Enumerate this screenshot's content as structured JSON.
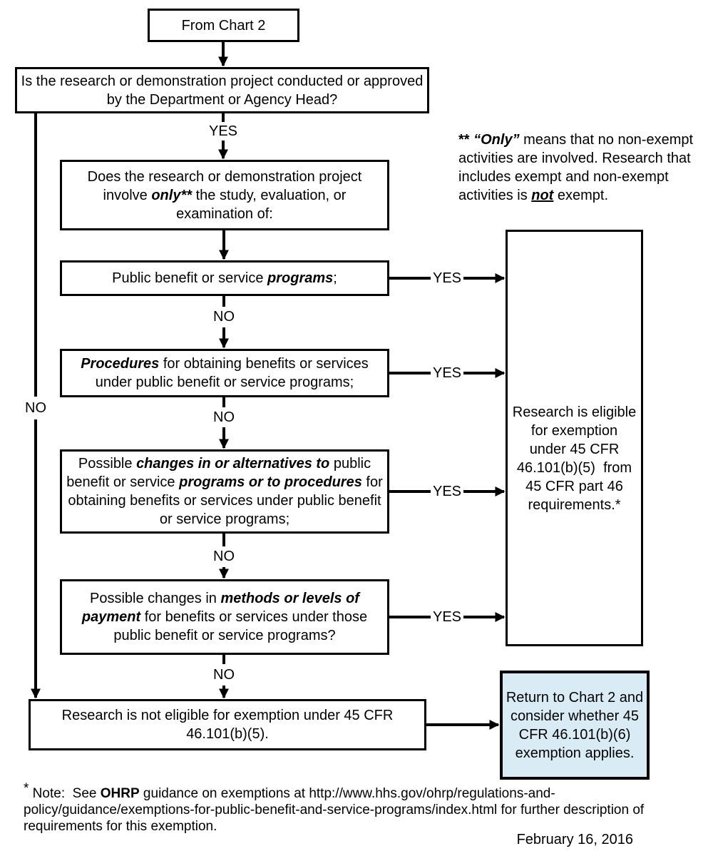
{
  "labels": {
    "yes": "YES",
    "no": "NO"
  },
  "nodes": {
    "start": {
      "text": "From Chart 2"
    },
    "q_dept": {
      "text": "Is the research or demonstration project conducted or approved by the Department or Agency Head?"
    },
    "q_only": {
      "segments": [
        {
          "t": "Does the research or demonstration project involve "
        },
        {
          "t": "only**",
          "s": "bi"
        },
        {
          "t": " the study, evaluation, or examination of:"
        }
      ]
    },
    "item_programs": {
      "segments": [
        {
          "t": "Public benefit or service "
        },
        {
          "t": "programs",
          "s": "bi"
        },
        {
          "t": ";"
        }
      ]
    },
    "item_procedures": {
      "segments": [
        {
          "t": "Procedures",
          "s": "bi"
        },
        {
          "t": " for obtaining benefits or services under public benefit or service programs;"
        }
      ]
    },
    "item_changes": {
      "segments": [
        {
          "t": "Possible "
        },
        {
          "t": "changes in or alternatives to",
          "s": "bi"
        },
        {
          "t": " public benefit or service "
        },
        {
          "t": "programs or to procedures",
          "s": "bi"
        },
        {
          "t": " for obtaining benefits or services under public benefit or service programs;"
        }
      ]
    },
    "item_payment": {
      "segments": [
        {
          "t": "Possible changes in "
        },
        {
          "t": "methods or levels of payment",
          "s": "bi"
        },
        {
          "t": " for benefits or services under those public benefit or service programs?"
        }
      ]
    },
    "not_eligible": {
      "text": "Research is not eligible for exemption under 45 CFR 46.101(b)(5)."
    },
    "eligible": {
      "text": "Research is eligible for exemption under 45 CFR 46.101(b)(5)  from 45 CFR part 46 requirements.*"
    },
    "return_chart2": {
      "text": "Return to Chart 2 and consider whether 45 CFR 46.101(b)(6) exemption applies."
    }
  },
  "notes": {
    "only_note": {
      "segments": [
        {
          "t": "** ",
          "s": "b"
        },
        {
          "t": "“Only”",
          "s": "bi"
        },
        {
          "t": " means that no non-exempt activities are involved. Research that includes exempt and non-exempt activities is "
        },
        {
          "t": "not",
          "s": "biu"
        },
        {
          "t": " exempt."
        }
      ]
    },
    "footnote": {
      "segments": [
        {
          "t": "*",
          "s": "sup"
        },
        {
          "t": " Note:  See "
        },
        {
          "t": "OHRP",
          "s": "b"
        },
        {
          "t": " guidance on exemptions at http://www.hhs.gov/ohrp/regulations-and-policy/guidance/exemptions-for-public-benefit-and-service-programs/index.html for further description of requirements for this exemption."
        }
      ]
    },
    "date": "February 16, 2016"
  },
  "colors": {
    "line": "#000000",
    "text": "#000000",
    "highlight_fill": "#d9ecf5",
    "background": "#ffffff"
  }
}
